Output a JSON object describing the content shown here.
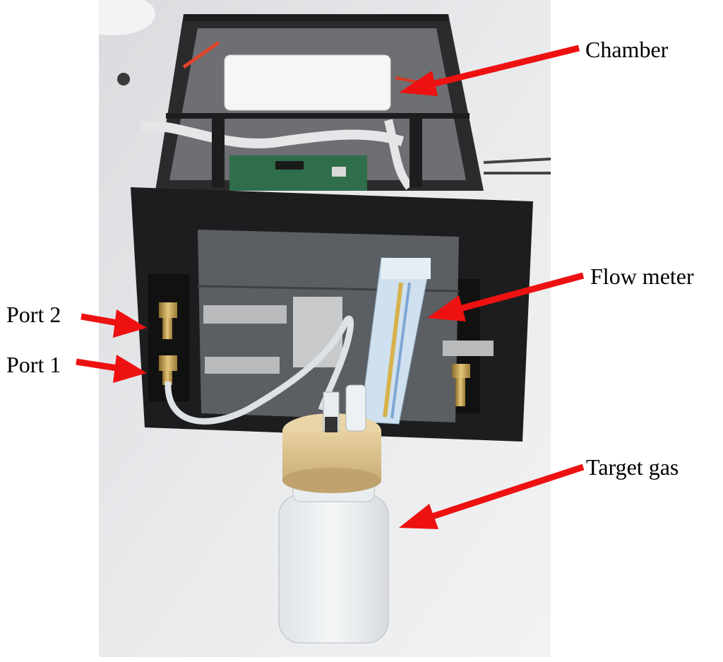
{
  "labels": {
    "chamber": "Chamber",
    "flow_meter": "Flow meter",
    "target_gas": "Target gas",
    "port2": "Port 2",
    "port1": "Port 1"
  },
  "colors": {
    "arrow": "#ee1111",
    "device_frame": "#1d1d1f",
    "panel": "#5b5e62",
    "bench": "#e9eaec"
  }
}
